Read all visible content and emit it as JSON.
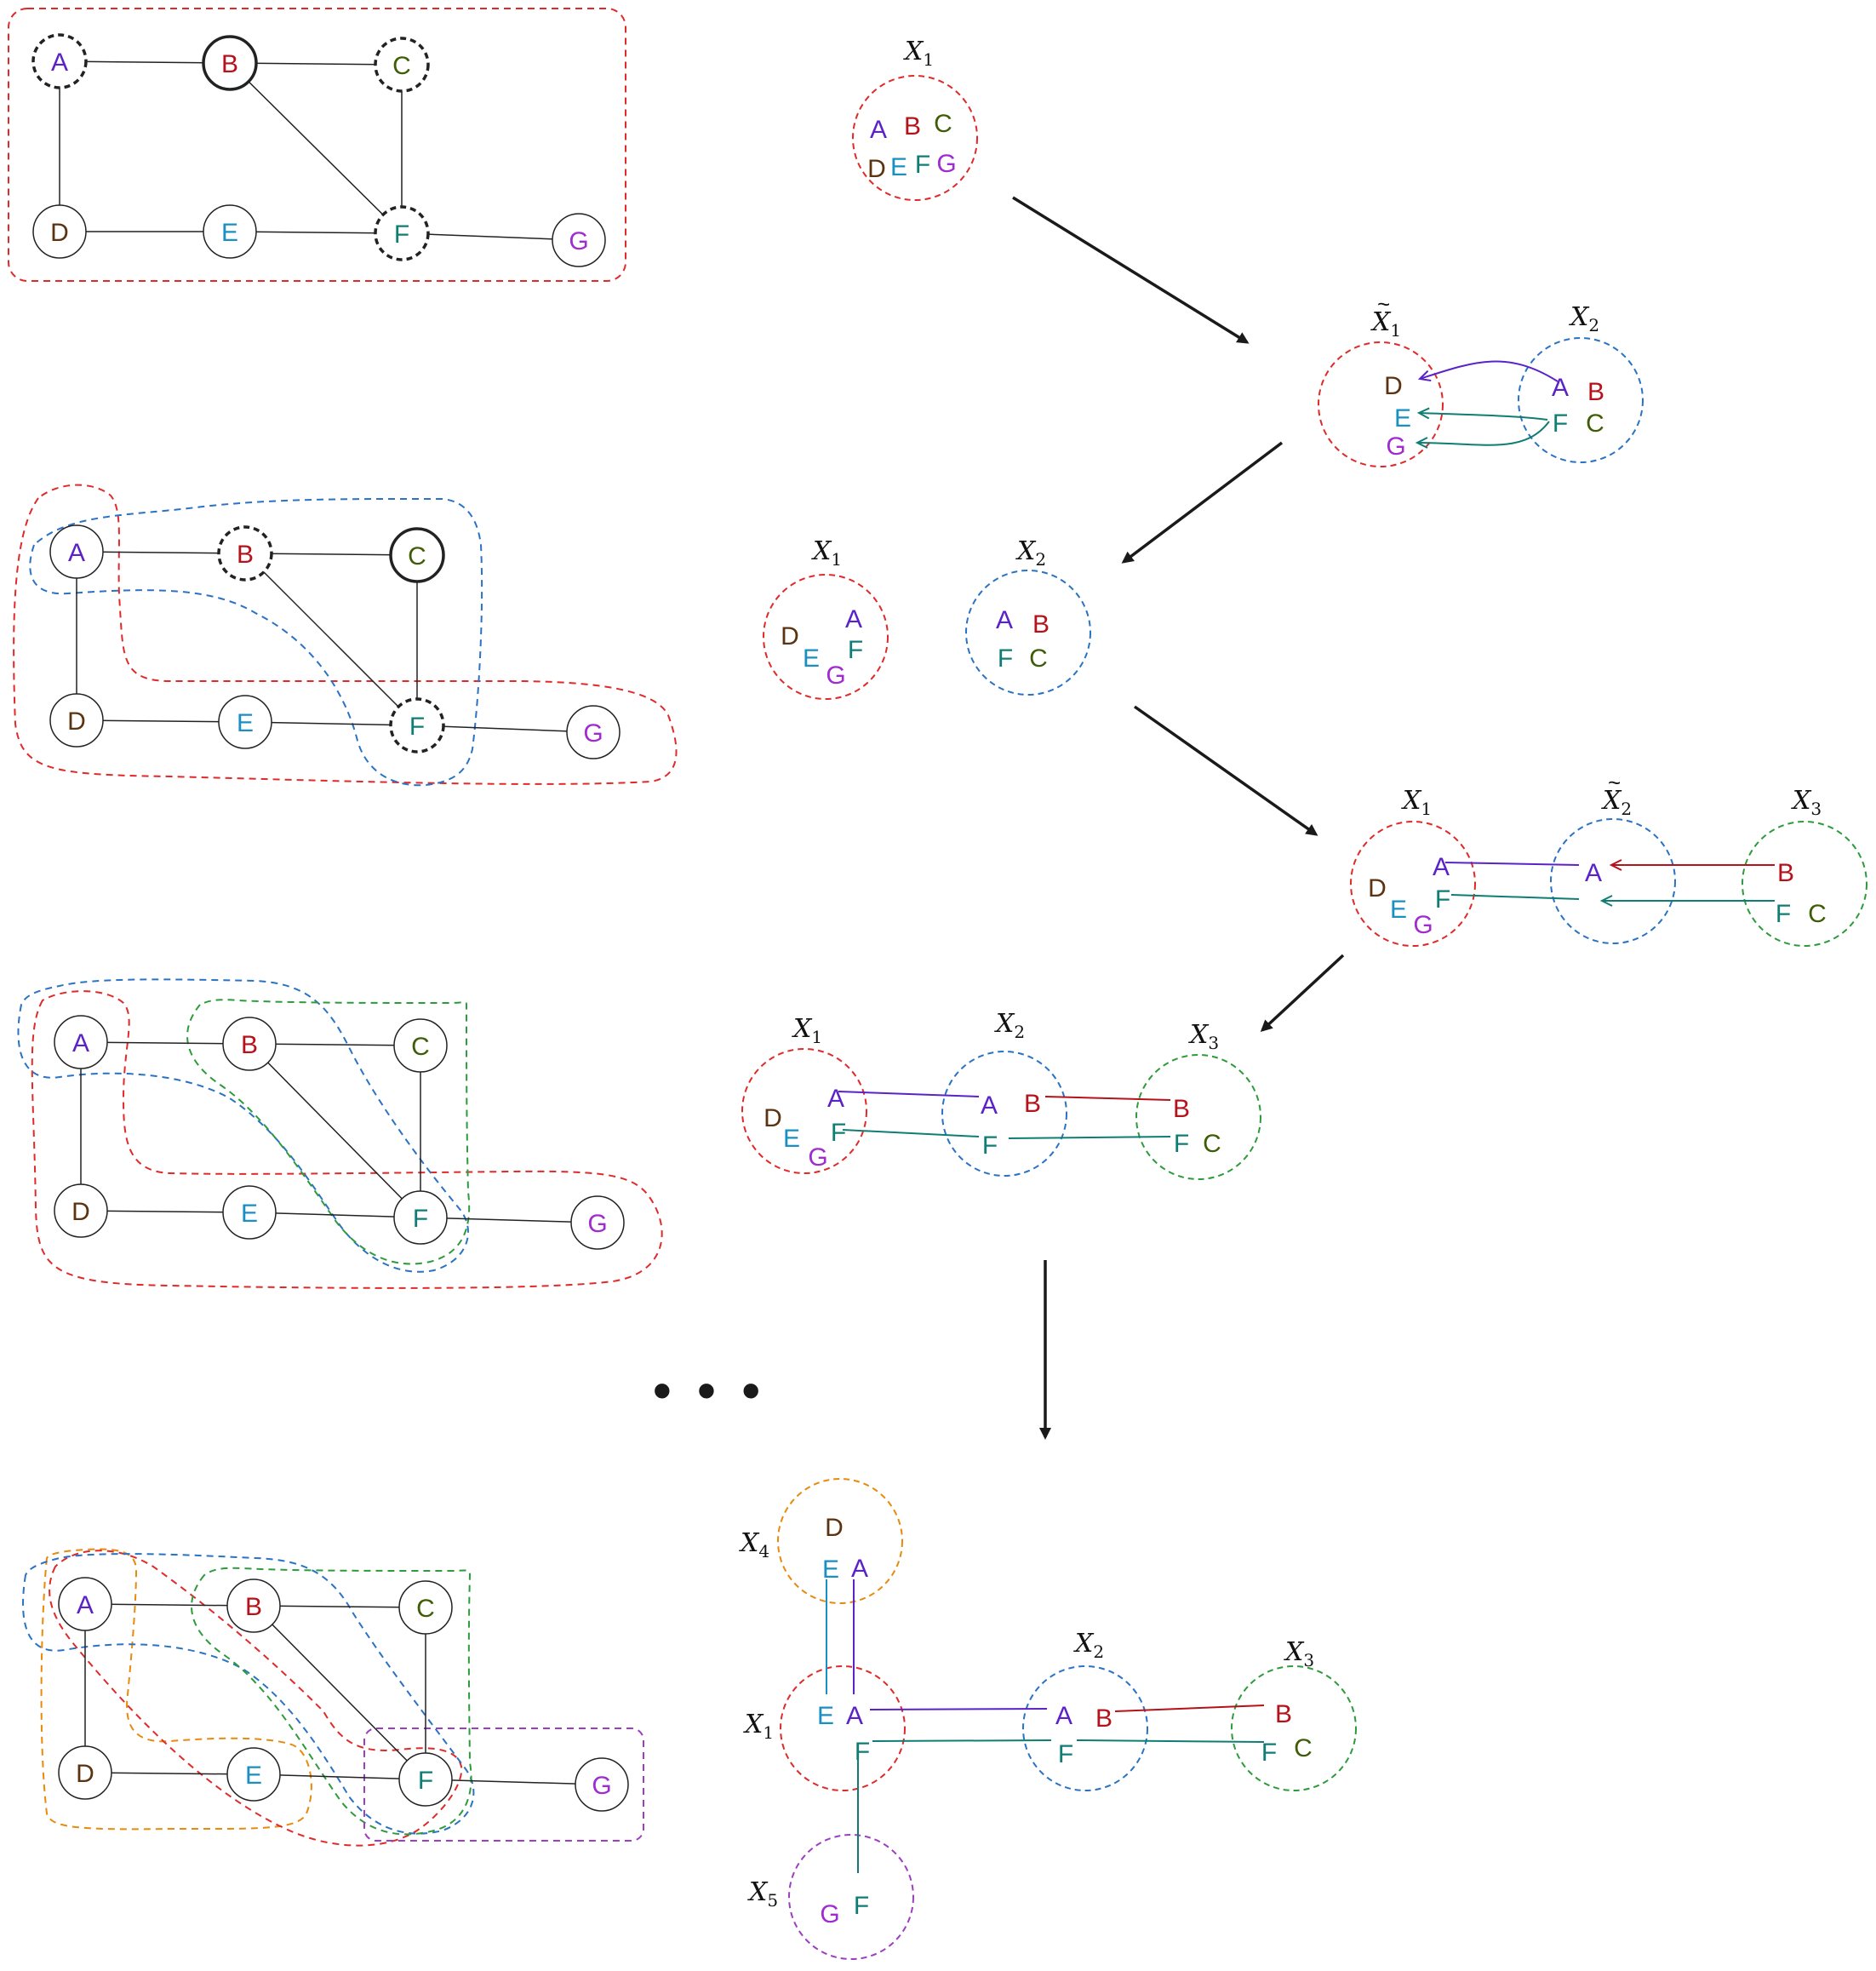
{
  "node_names": [
    "A",
    "B",
    "C",
    "D",
    "E",
    "F",
    "G"
  ],
  "colors": {
    "A": "#5b22c8",
    "B": "#b5121b",
    "C": "#3f5d07",
    "D": "#5c3310",
    "E": "#1a8fc4",
    "F": "#0f7d74",
    "G": "#a02bd0",
    "edge": "#222222",
    "arrow": "#1a1a1a",
    "red_region": "#e02a2a",
    "blue_region": "#2a72c4",
    "green_region": "#2d9b3b",
    "orange_region": "#e88a0c",
    "purple_region": "#9b3fc0"
  },
  "graph_edges": [
    [
      "A",
      "B"
    ],
    [
      "B",
      "C"
    ],
    [
      "A",
      "D"
    ],
    [
      "B",
      "F"
    ],
    [
      "C",
      "F"
    ],
    [
      "D",
      "E"
    ],
    [
      "E",
      "F"
    ],
    [
      "F",
      "G"
    ]
  ],
  "cluster_labels": {
    "x1": "X",
    "x2": "X",
    "x3": "X",
    "x4": "X",
    "x5": "X",
    "sub1": "1",
    "sub2": "2",
    "sub3": "3",
    "sub4": "4",
    "sub5": "5",
    "tilde": "~"
  },
  "ellipsis": "• • •"
}
